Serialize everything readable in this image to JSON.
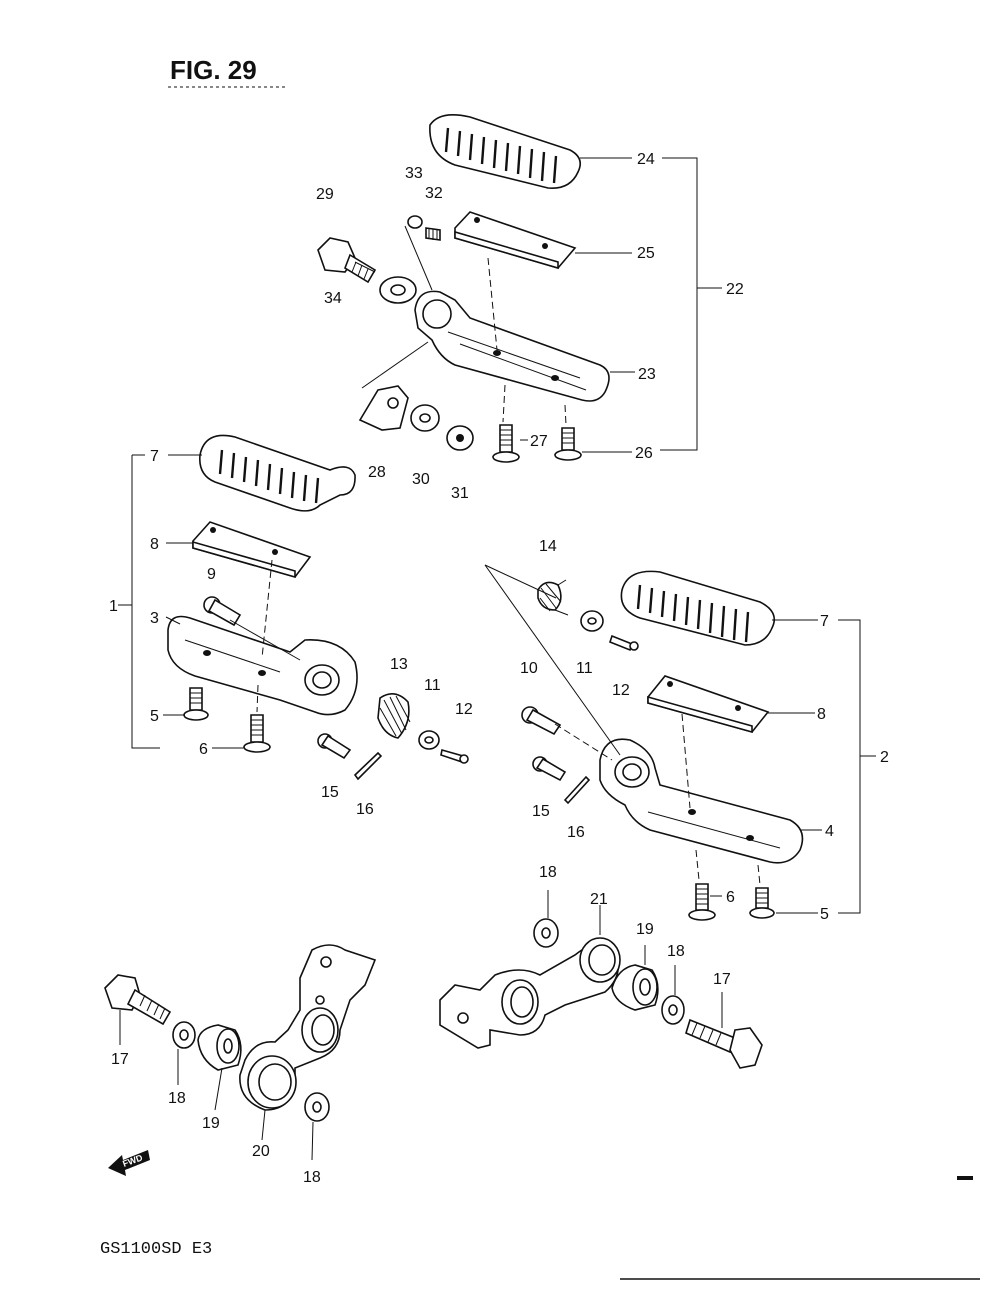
{
  "figure": {
    "title": "FIG. 29",
    "model": "GS1100SD E3",
    "fwd_label": "FWD"
  },
  "parts": {
    "p1": "1",
    "p2": "2",
    "p3": "3",
    "p4": "4",
    "p5a": "5",
    "p5b": "5",
    "p6a": "6",
    "p6b": "6",
    "p7a": "7",
    "p7b": "7",
    "p8a": "8",
    "p8b": "8",
    "p9": "9",
    "p10": "10",
    "p11a": "11",
    "p11b": "11",
    "p12a": "12",
    "p12b": "12",
    "p13": "13",
    "p14": "14",
    "p15a": "15",
    "p15b": "15",
    "p16a": "16",
    "p16b": "16",
    "p17a": "17",
    "p17b": "17",
    "p18a": "18",
    "p18b": "18",
    "p18c": "18",
    "p18d": "18",
    "p19a": "19",
    "p19b": "19",
    "p20": "20",
    "p21": "21",
    "p22": "22",
    "p23": "23",
    "p24": "24",
    "p25": "25",
    "p26": "26",
    "p27": "27",
    "p28": "28",
    "p29": "29",
    "p30": "30",
    "p31": "31",
    "p32": "32",
    "p33": "33",
    "p34": "34"
  }
}
